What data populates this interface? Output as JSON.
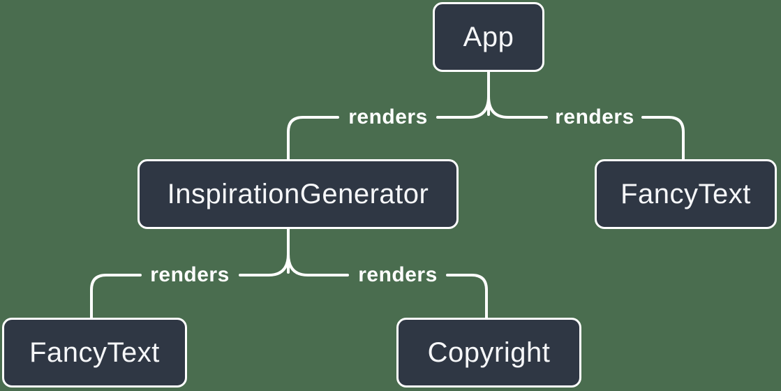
{
  "diagram": {
    "type": "tree",
    "description": "React render tree diagram",
    "colors": {
      "background": "#4a6d4f",
      "node_fill": "#2f3744",
      "node_border": "#ffffff",
      "node_text": "#f6f7f9",
      "edge": "#ffffff"
    },
    "nodes": [
      {
        "id": "app",
        "label": "App"
      },
      {
        "id": "inspiration-generator",
        "label": "InspirationGenerator"
      },
      {
        "id": "fancy-text-top",
        "label": "FancyText"
      },
      {
        "id": "fancy-text-bottom",
        "label": "FancyText"
      },
      {
        "id": "copyright",
        "label": "Copyright"
      }
    ],
    "edges": [
      {
        "from": "App",
        "to": "InspirationGenerator",
        "label": "renders"
      },
      {
        "from": "App",
        "to": "FancyText",
        "label": "renders"
      },
      {
        "from": "InspirationGenerator",
        "to": "FancyText",
        "label": "renders"
      },
      {
        "from": "InspirationGenerator",
        "to": "Copyright",
        "label": "renders"
      }
    ]
  }
}
